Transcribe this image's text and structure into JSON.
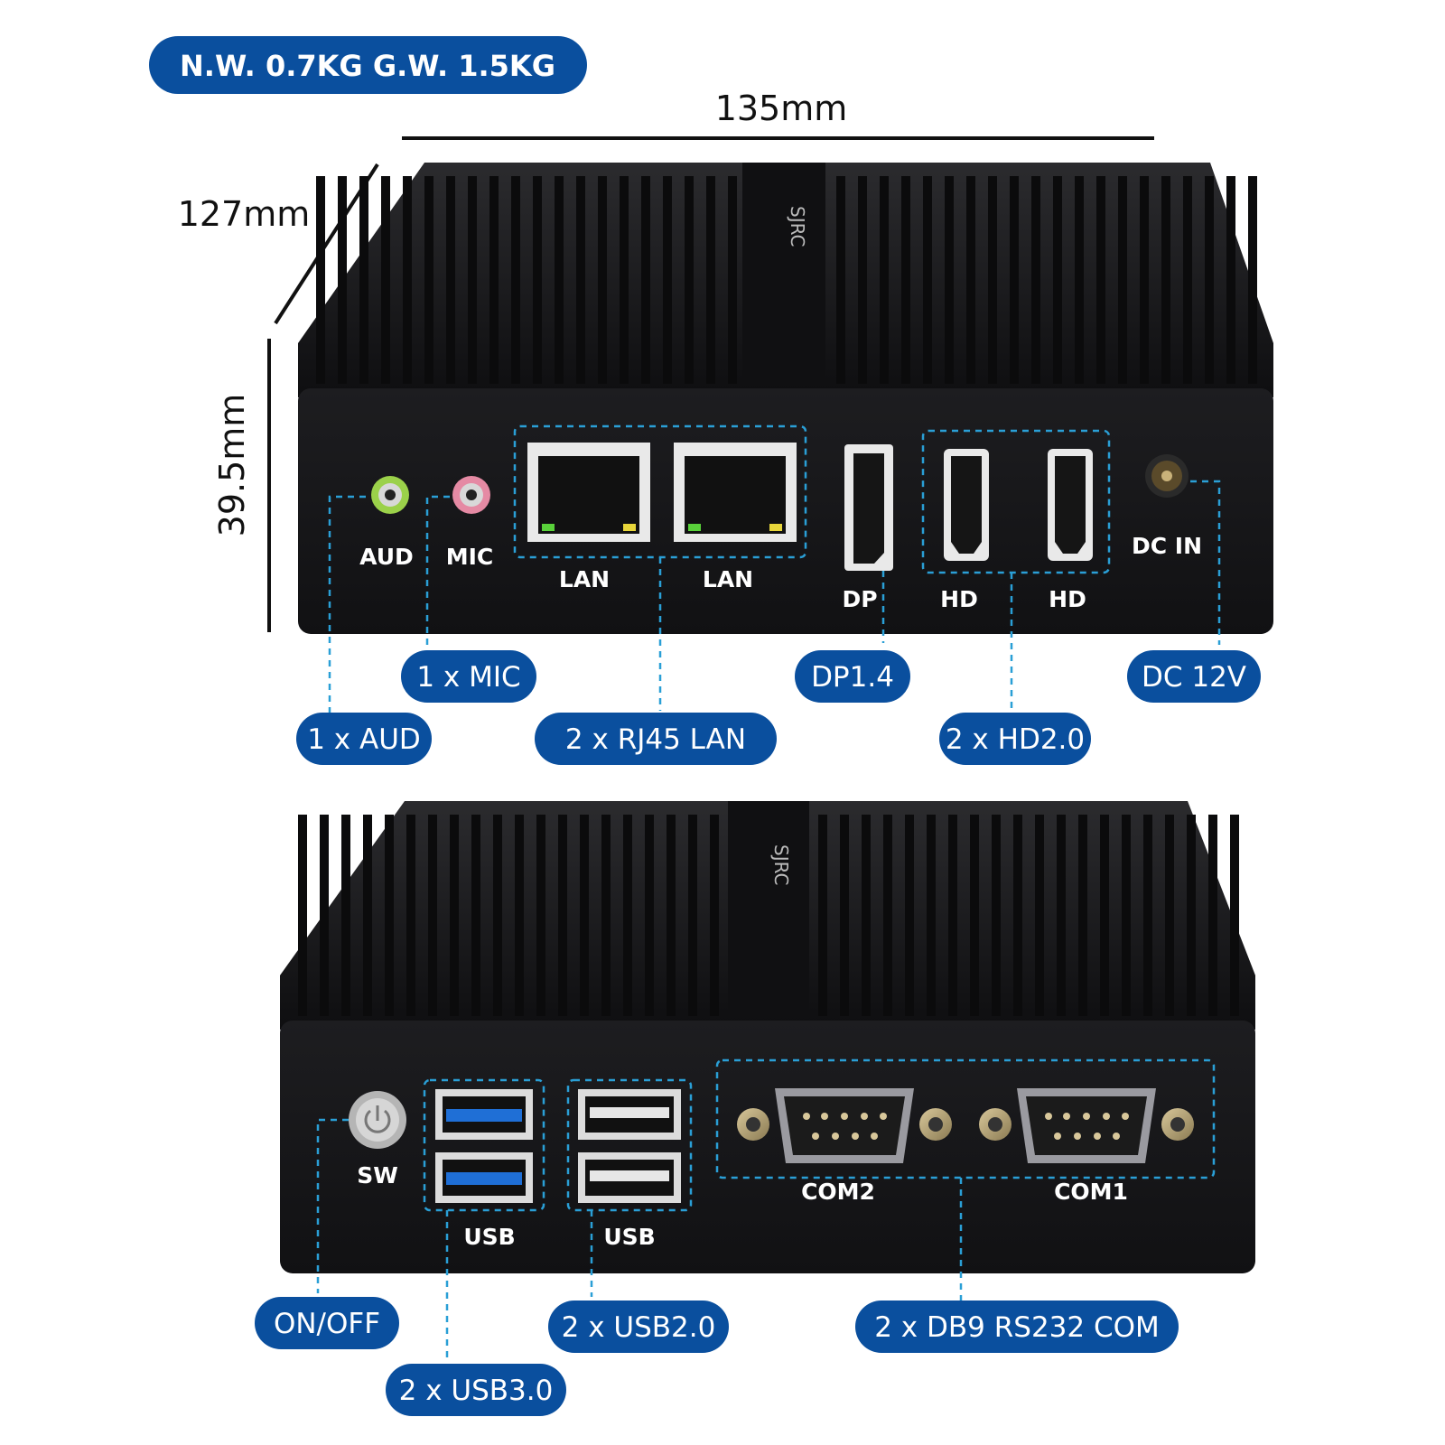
{
  "weight_badge": "N.W. 0.7KG  G.W. 1.5KG",
  "dimensions": {
    "width": "135mm",
    "depth": "127mm",
    "height": "39.5mm"
  },
  "brand_mark": "SJRC",
  "front_panel": {
    "ports": {
      "aud": "AUD",
      "mic": "MIC",
      "lan1": "LAN",
      "lan2": "LAN",
      "dp": "DP",
      "hd1": "HD",
      "hd2": "HD",
      "dc_in": "DC IN"
    },
    "callouts": {
      "mic": "1 x MIC",
      "aud": "1 x AUD",
      "lan": "2 x RJ45 LAN",
      "dp": "DP1.4",
      "hd": "2 x HD2.0",
      "dc": "DC 12V"
    }
  },
  "back_panel": {
    "ports": {
      "sw": "SW",
      "usb3": "USB",
      "usb2": "USB",
      "com2": "COM2",
      "com1": "COM1"
    },
    "callouts": {
      "onoff": "ON/OFF",
      "usb3": "2 x USB3.0",
      "usb2": "2 x USB2.0",
      "com": "2 x DB9 RS232 COM"
    }
  },
  "colors": {
    "pill": "#0a4f9e",
    "leader": "#2a9fd6",
    "chassis": "#1a1a1c",
    "usb3_blue": "#1f6fd6",
    "aud_green": "#9bd14a",
    "mic_pink": "#e58aa4"
  }
}
